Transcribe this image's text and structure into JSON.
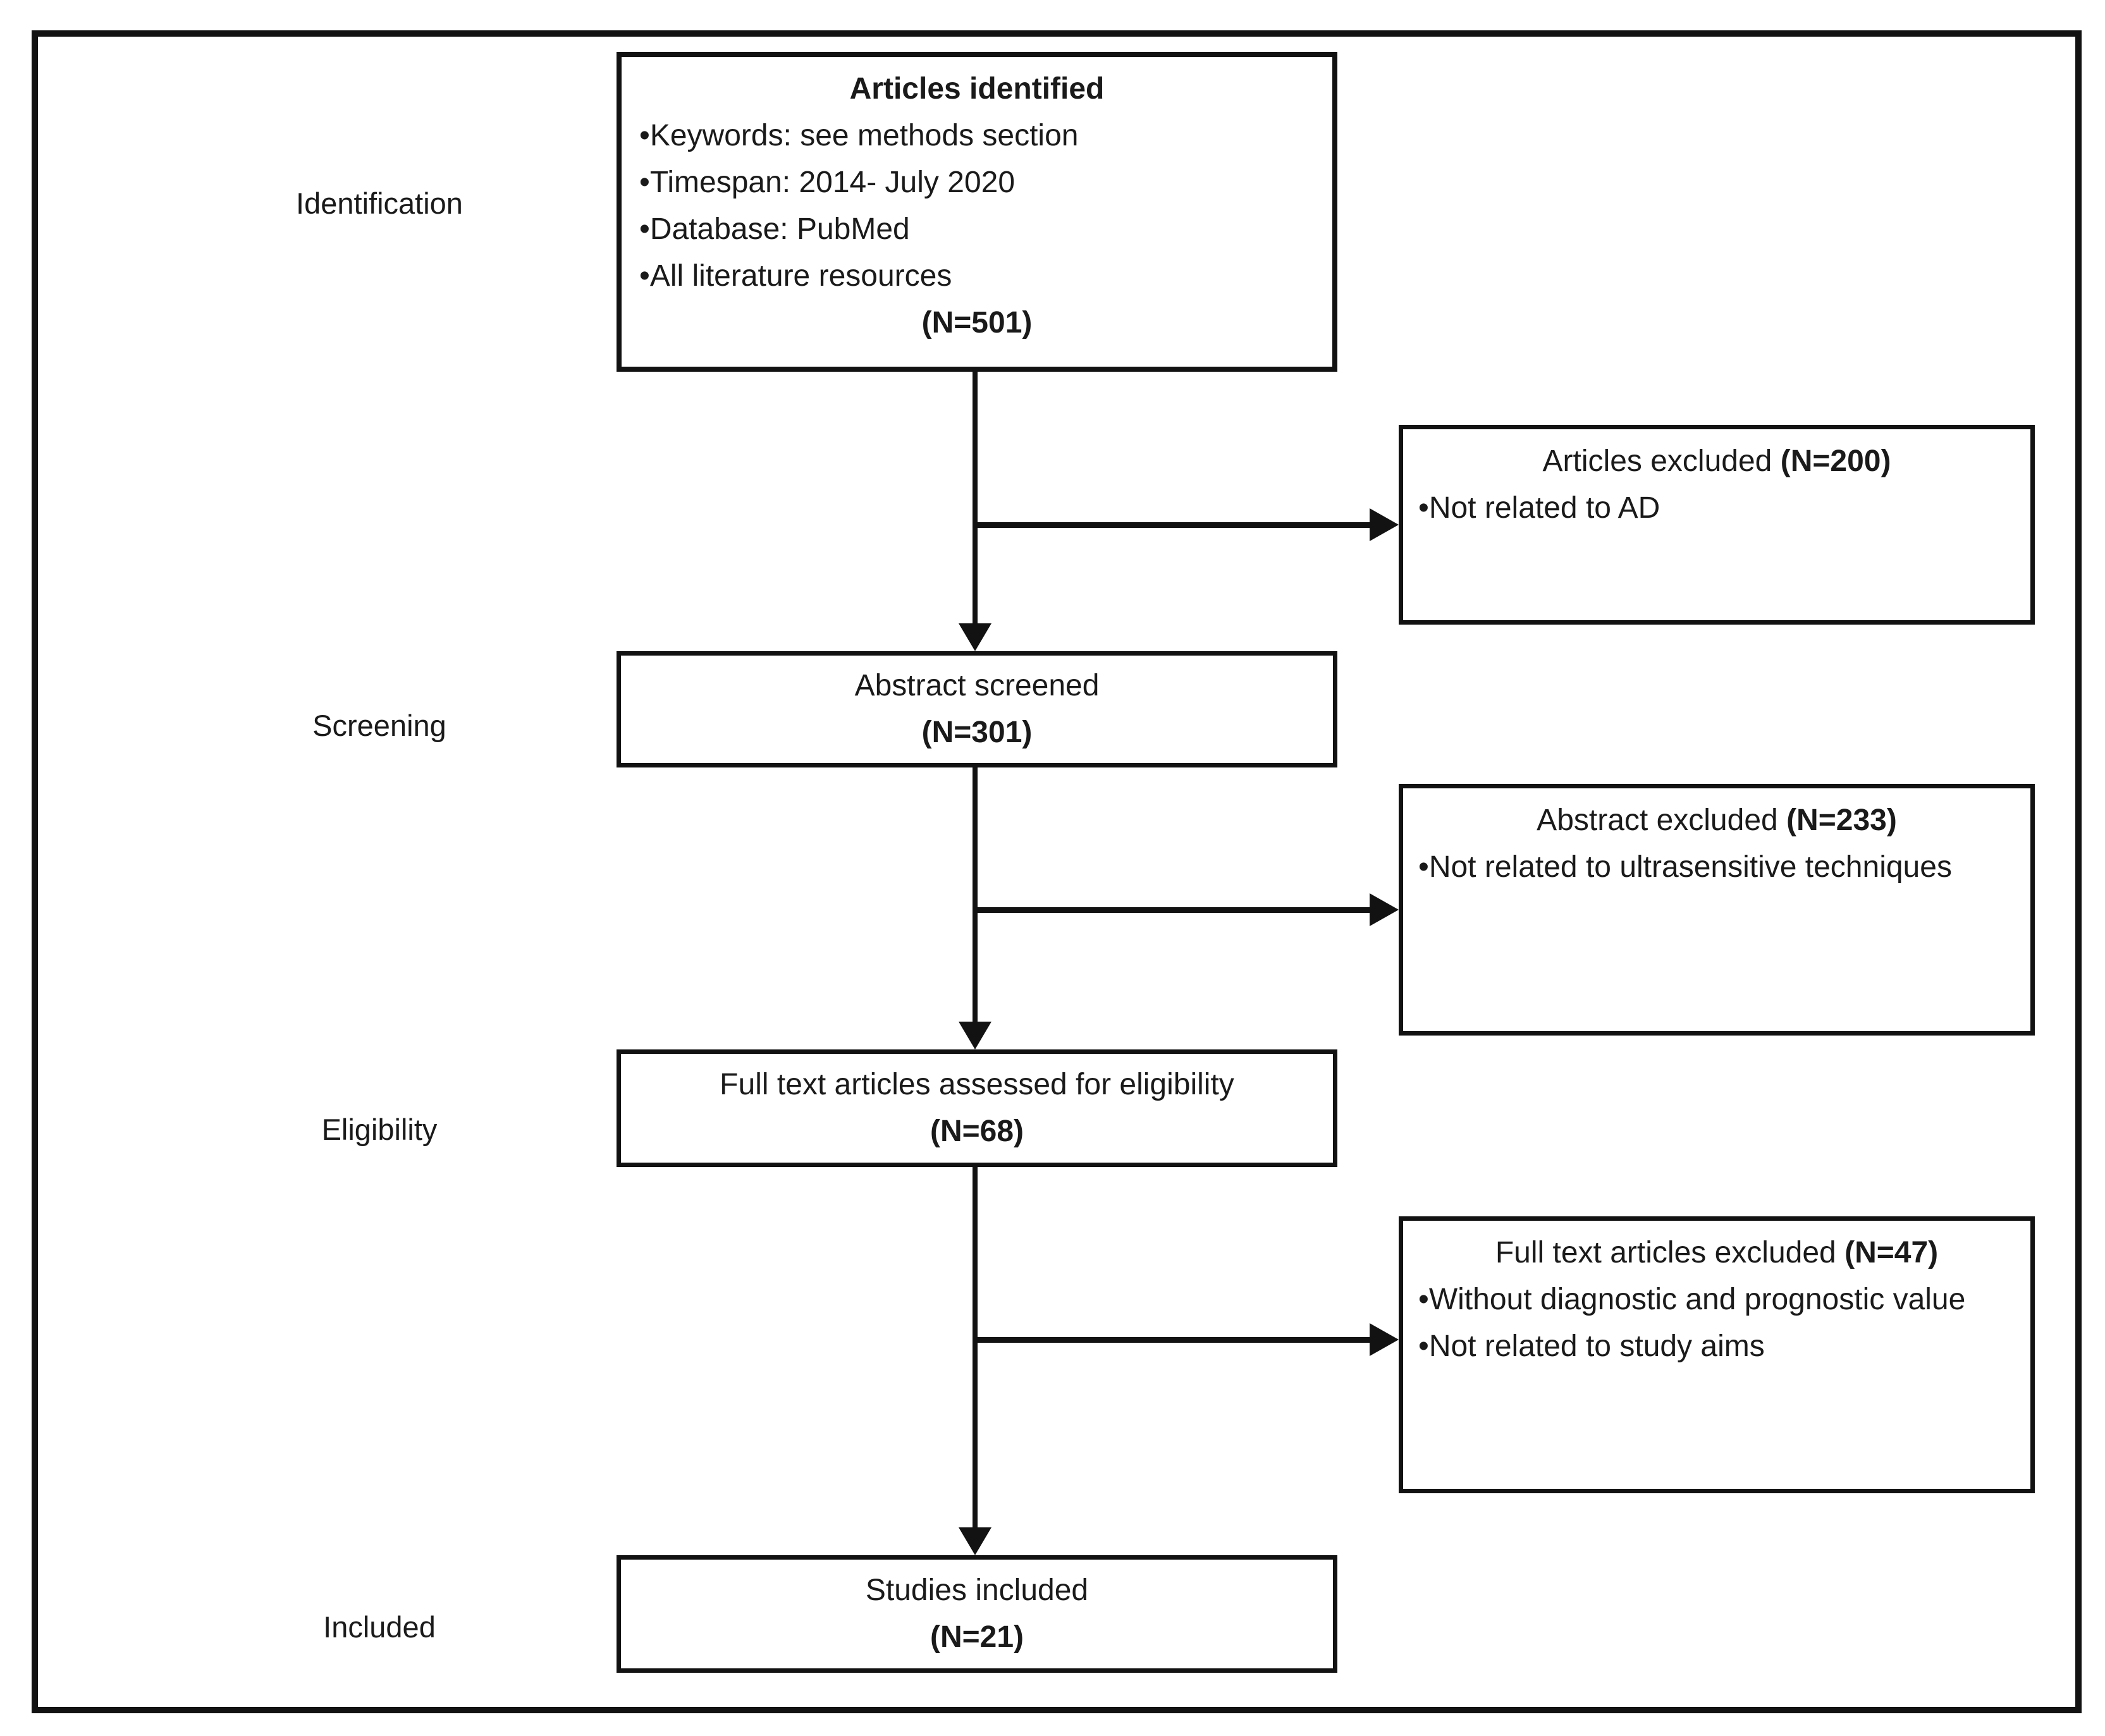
{
  "palette": {
    "ink": "#1a1a1a",
    "line": "#121212",
    "paper": "#ffffff"
  },
  "bullet_char": "•",
  "stages": {
    "identification": "Identification",
    "screening": "Screening",
    "eligibility": "Eligibility",
    "included": "Included"
  },
  "flow_boxes": {
    "identified": {
      "title": "Articles identified",
      "bullets": [
        "Keywords: see methods section",
        "Timespan: 2014- July 2020",
        "Database: PubMed",
        "All literature resources"
      ],
      "n": "(N=501)"
    },
    "screened": {
      "title": "Abstract screened",
      "n": "(N=301)"
    },
    "assessed": {
      "title": "Full text articles assessed for eligibility",
      "n": "(N=68)"
    },
    "included": {
      "title": "Studies included",
      "n": "(N=21)"
    }
  },
  "excluded_boxes": {
    "articles": {
      "title": "Articles excluded",
      "n": "(N=200)",
      "bullets": [
        "Not related to AD"
      ]
    },
    "abstract": {
      "title": "Abstract excluded",
      "n": "(N=233)",
      "bullets": [
        "Not related to ultrasensitive techniques"
      ]
    },
    "fulltext": {
      "title": "Full text articles excluded",
      "n": "(N=47)",
      "bullets": [
        "Without diagnostic and prognostic value",
        "Not related to study aims"
      ]
    }
  }
}
